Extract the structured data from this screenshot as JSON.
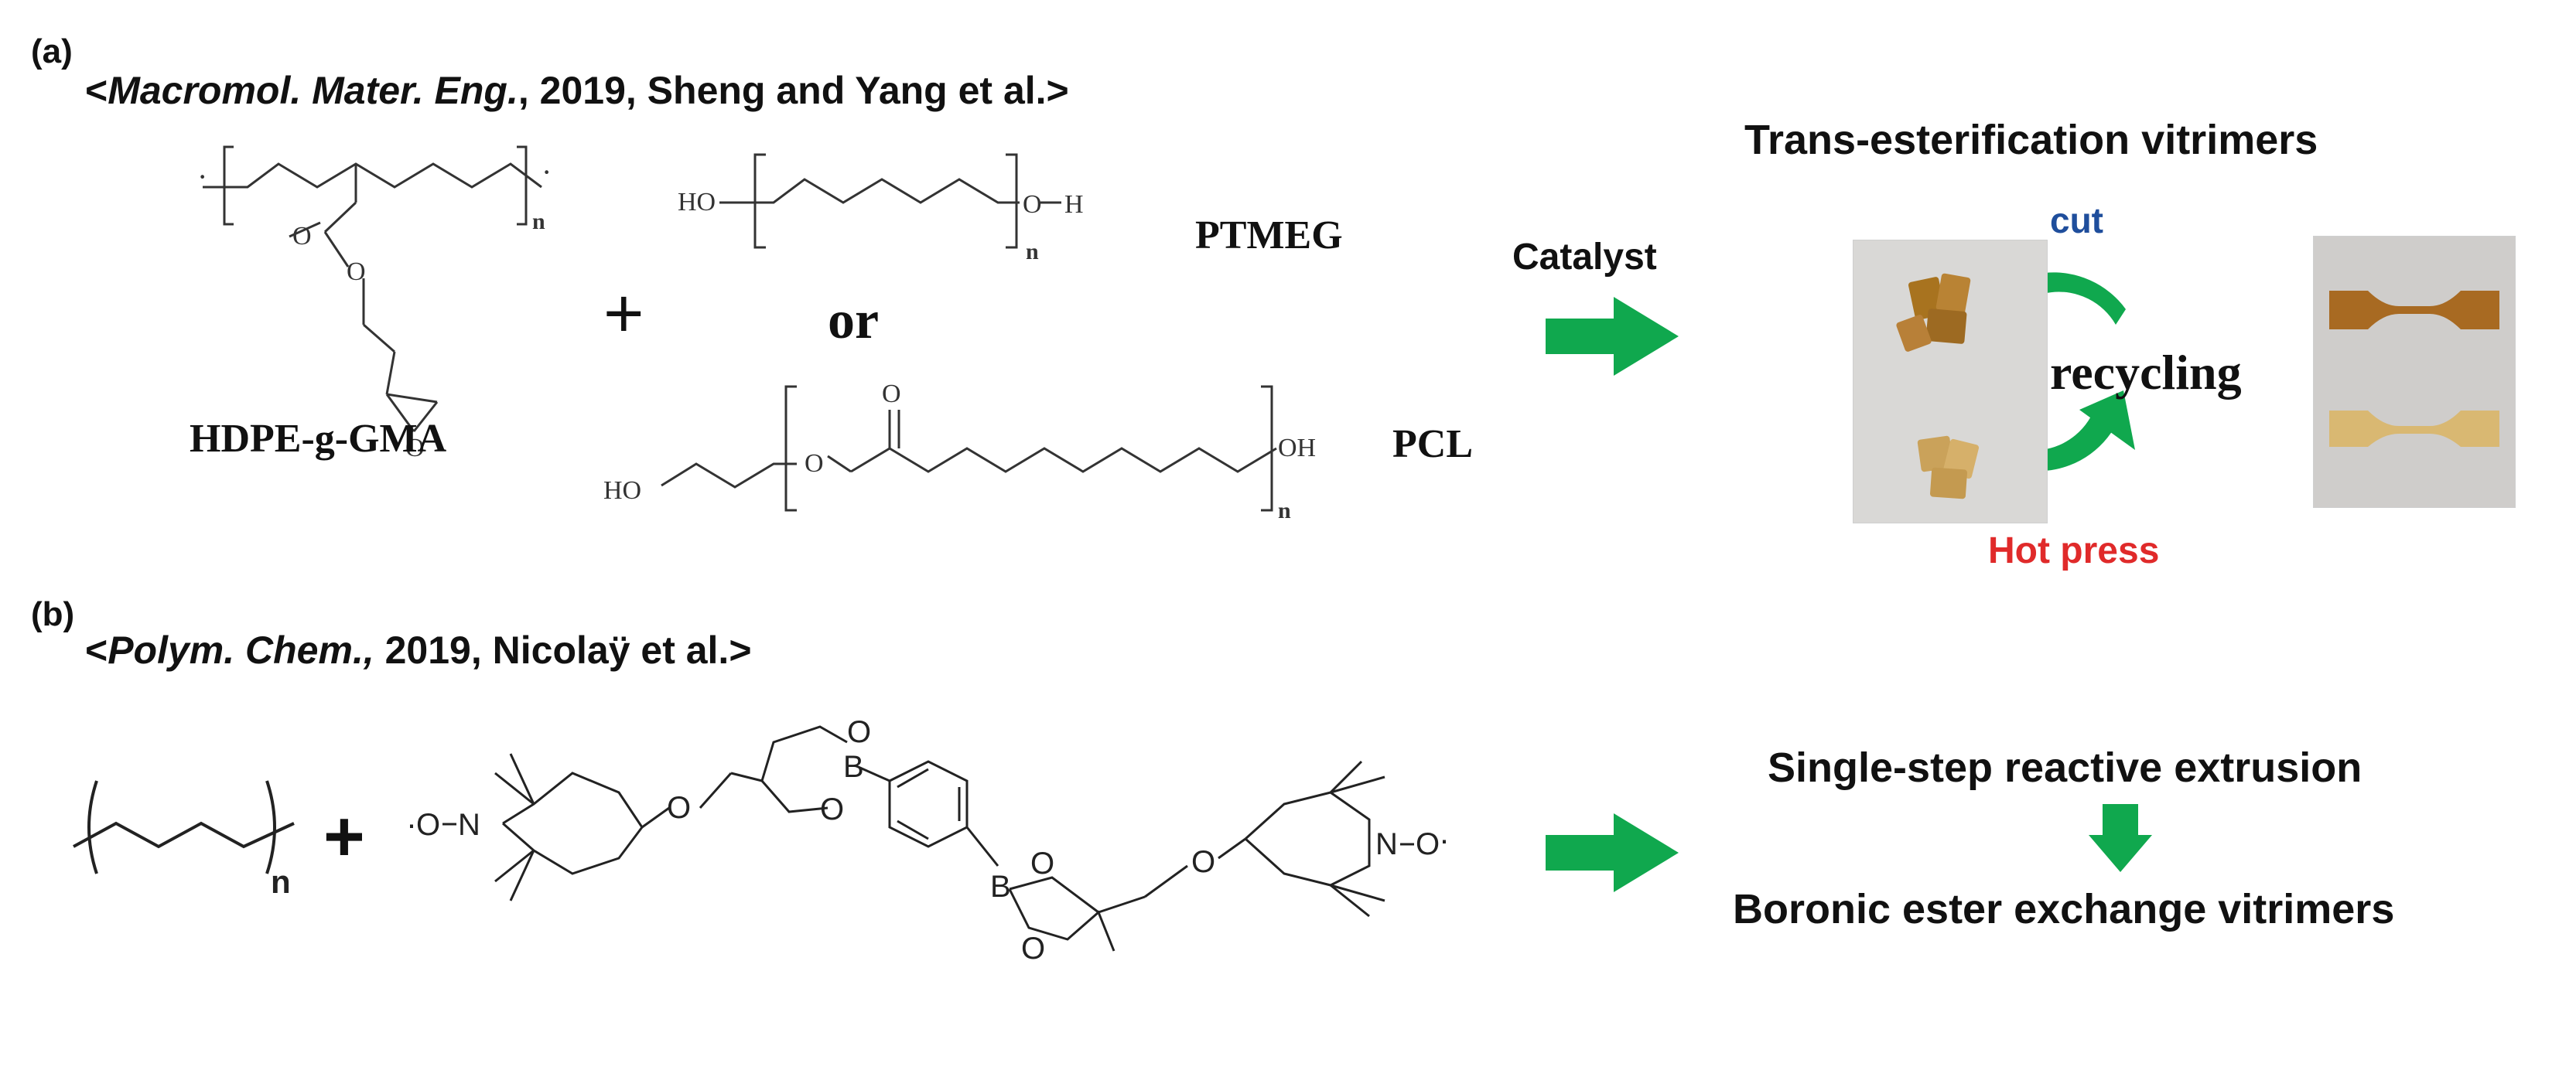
{
  "panel_a": {
    "label": "(a)",
    "ref_open": "<",
    "ref_journal": "Macromol. Mater. Eng.",
    "ref_rest": ", 2019, Sheng and Yang et al.",
    "ref_close": ">",
    "hdpe_label": "HDPE-g-GMA",
    "plus": "+",
    "or": "or",
    "ptmeg_label": "PTMEG",
    "pcl_label": "PCL",
    "catalyst": "Catalyst",
    "result_title": "Trans-esterification vitrimers",
    "cut": "cut",
    "recycling": "recycling",
    "hot_press": "Hot press",
    "atoms": {
      "ho": "HO",
      "o": "O",
      "h": "H",
      "oh": "OH",
      "n": "n"
    }
  },
  "panel_b": {
    "label": "(b)",
    "ref_open": "<",
    "ref_journal": "Polym. Chem.,",
    "ref_rest": " 2019, Nicolaÿ et al.",
    "ref_close": ">",
    "plus": "+",
    "single_step": "Single-step reactive extrusion",
    "boronic": "Boronic ester exchange vitrimers",
    "atoms": {
      "o": "O",
      "n_atom": "N",
      "b": "B",
      "n_sub": "n"
    }
  },
  "colors": {
    "arrow_green": "#10a84e",
    "cut_blue": "#1f4e9c",
    "hot_red": "#e02a2a",
    "photo_bg": "#d9d8d6",
    "sample_dark": "#a86a22",
    "sample_light": "#d9b872"
  }
}
